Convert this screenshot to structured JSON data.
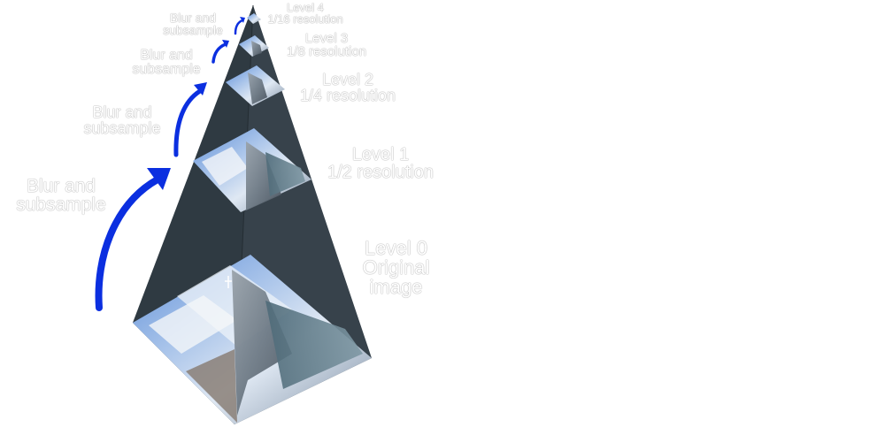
{
  "arrow_color": "#0b2fe0",
  "pyramid_color": "#37424b",
  "levels": [
    {
      "title": "Level 0",
      "line2": "Original",
      "line3": "image"
    },
    {
      "title": "Level 1",
      "line2": "1/2 resolution"
    },
    {
      "title": "Level 2",
      "line2": "1/4 resolution"
    },
    {
      "title": "Level 3",
      "line2": "1/8 resolution"
    },
    {
      "title": "Level 4",
      "line2": "1/16 resolution"
    }
  ],
  "steps": [
    {
      "line1": "Blur and",
      "line2": "subsample"
    },
    {
      "line1": "Blur and",
      "line2": "subsample"
    },
    {
      "line1": "Blur and",
      "line2": "subsample"
    },
    {
      "line1": "Blur and",
      "line2": "subsample"
    }
  ]
}
